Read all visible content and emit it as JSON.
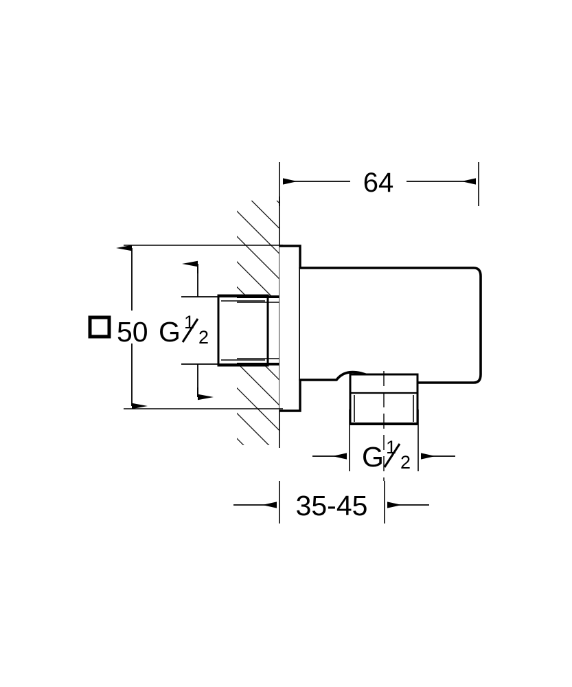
{
  "drawing": {
    "type": "technical-dimensional-drawing",
    "subject": "wall union shower outlet elbow, sectional side view",
    "units": "mm",
    "background_color": "#ffffff",
    "line_color": "#000000"
  },
  "dimensions": {
    "top": {
      "name": "projection-depth",
      "value": "64",
      "orientation": "horizontal",
      "arrow_style": "outward-double"
    },
    "left_main": {
      "name": "flange-size",
      "square_symbol": "□",
      "value": "50",
      "thread": "G",
      "thread_size_numerator": "1",
      "thread_size_denominator": "2",
      "full_label": "□ 50  G 1/2",
      "orientation": "vertical",
      "arrow_style": "outward-double"
    },
    "left_inner": {
      "name": "inlet-thread-dimension",
      "orientation": "vertical",
      "arrow_style": "inward-double"
    },
    "bottom_outlet": {
      "name": "outlet-thread",
      "thread": "G",
      "thread_size_numerator": "1",
      "thread_size_denominator": "2",
      "full_label": "G 1/2",
      "orientation": "horizontal",
      "arrow_style": "inward-double"
    },
    "bottom_wall": {
      "name": "wall-thickness-range",
      "value": "35-45",
      "orientation": "horizontal",
      "arrow_style": "inward-double"
    }
  },
  "geometry": {
    "wall": {
      "name": "wall-section",
      "hatch_angle_deg": 45,
      "hatch_label": "section-hatching"
    },
    "flange": {
      "name": "wall-flange-plate"
    },
    "body": {
      "name": "elbow-body"
    },
    "nipple": {
      "name": "outlet-nipple"
    },
    "inlet": {
      "name": "inlet-thread-bore"
    },
    "centerline": {
      "name": "outlet-centerline"
    }
  }
}
